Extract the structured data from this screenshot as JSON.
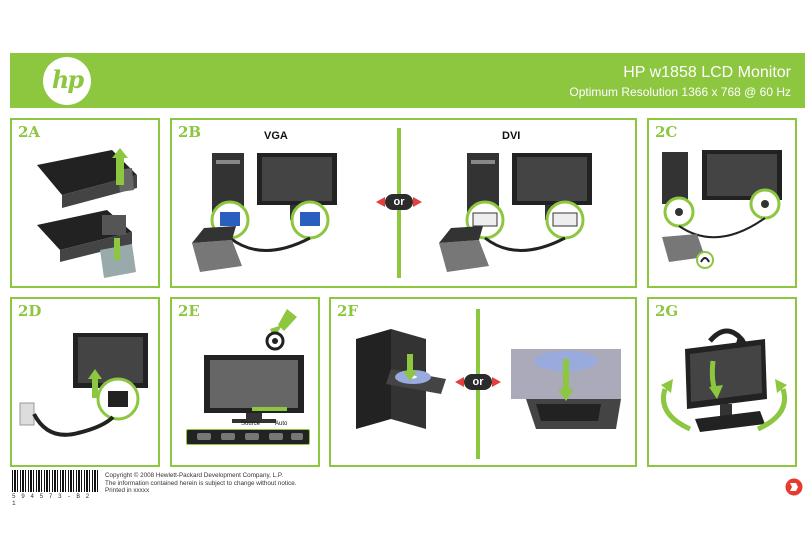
{
  "header": {
    "logo": "hp",
    "title": "HP w1858 LCD Monitor",
    "subtitle": "Optimum Resolution 1366 x 768 @ 60 Hz",
    "accent_color": "#8dc63f"
  },
  "panels": [
    {
      "id": "2a",
      "label": "2A"
    },
    {
      "id": "2b",
      "label": "2B",
      "left_label": "VGA",
      "right_label": "DVI",
      "or": "or"
    },
    {
      "id": "2c",
      "label": "2C"
    },
    {
      "id": "2d",
      "label": "2D"
    },
    {
      "id": "2e",
      "label": "2E",
      "osd_labels": [
        "Source",
        "Auto"
      ]
    },
    {
      "id": "2f",
      "label": "2F",
      "or": "or"
    },
    {
      "id": "2g",
      "label": "2G"
    }
  ],
  "footer": {
    "barcode_number": "5 9 4 5 7 3 - B 2 1",
    "copyright_lines": [
      "Copyright © 2008 Hewlett-Packard Development Company, L.P.",
      "The information contained herein is subject to change without notice.",
      "Printed in xxxxx"
    ],
    "page_icon": "arrow-badge-icon"
  }
}
